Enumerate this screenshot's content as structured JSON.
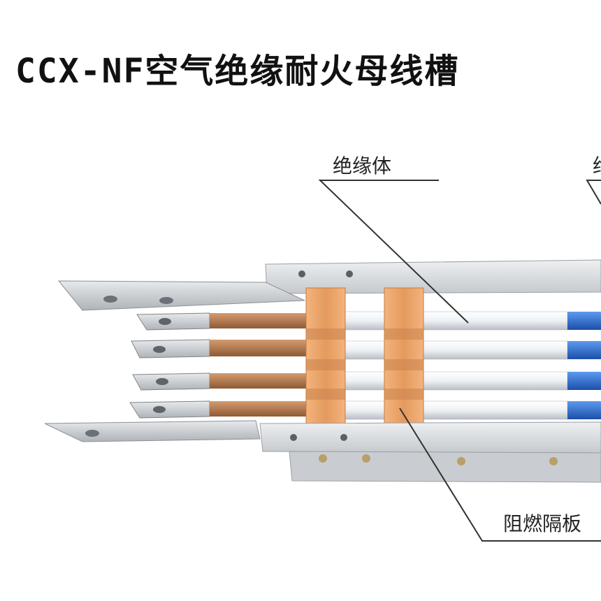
{
  "title": "CCX-NF空气绝缘耐火母线槽",
  "callouts": {
    "insulator": "绝缘体",
    "right_top_partial": "绝",
    "flame_barrier_partial": "阻燃隔板"
  },
  "colors": {
    "copper": "#b87a4b",
    "barrier": "#e9a36a",
    "insulation_blue": "#2b6fd1",
    "tube_white": "#f2f4f6",
    "housing": "#d6d9dc"
  }
}
